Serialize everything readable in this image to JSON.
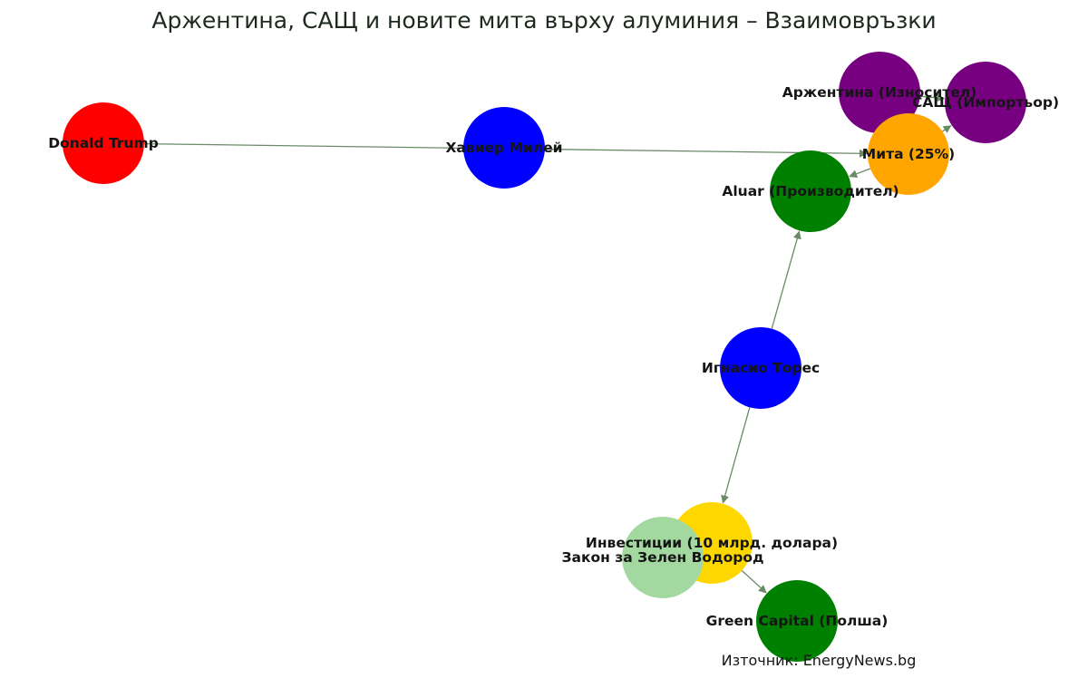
{
  "title": "Аржентина, САЩ и новите мита върху алуминия – Взаимовръзки",
  "source": "Източник: EnergyNews.bg",
  "colors": {
    "red": "#ff0000",
    "blue": "#0000ff",
    "purple": "#770080",
    "orange": "#ffa500",
    "green": "#008000",
    "gold": "#ffd700",
    "light_green": "#a3d9a0",
    "edge": "#6a8a66"
  },
  "nodes": [
    {
      "id": "trump",
      "label": "Donald Trump",
      "color": "#ff0000"
    },
    {
      "id": "milei",
      "label": "Хавиер Милей",
      "color": "#0000ff"
    },
    {
      "id": "argentina",
      "label": "Аржентина (Износител)",
      "color": "#770080"
    },
    {
      "id": "usa",
      "label": "САЩ (Импортьор)",
      "color": "#770080"
    },
    {
      "id": "tariffs",
      "label": "Мита (25%)",
      "color": "#ffa500"
    },
    {
      "id": "aluar",
      "label": "Aluar (Производител)",
      "color": "#008000"
    },
    {
      "id": "torres",
      "label": "Игнасио Торес",
      "color": "#0000ff"
    },
    {
      "id": "investments",
      "label": "Инвестиции (10 млрд. долара)",
      "color": "#ffd700"
    },
    {
      "id": "hydrogen_law",
      "label": "Закон за Зелен Водород",
      "color": "#a3d9a0"
    },
    {
      "id": "green_capital",
      "label": "Green Capital (Полша)",
      "color": "#008000"
    }
  ],
  "edges": [
    {
      "from": "trump",
      "to": "tariffs"
    },
    {
      "from": "tariffs",
      "to": "aluar"
    },
    {
      "from": "argentina",
      "to": "usa"
    },
    {
      "from": "tariffs",
      "to": "usa"
    },
    {
      "from": "torres",
      "to": "aluar"
    },
    {
      "from": "torres",
      "to": "investments"
    },
    {
      "from": "investments",
      "to": "green_capital"
    }
  ]
}
